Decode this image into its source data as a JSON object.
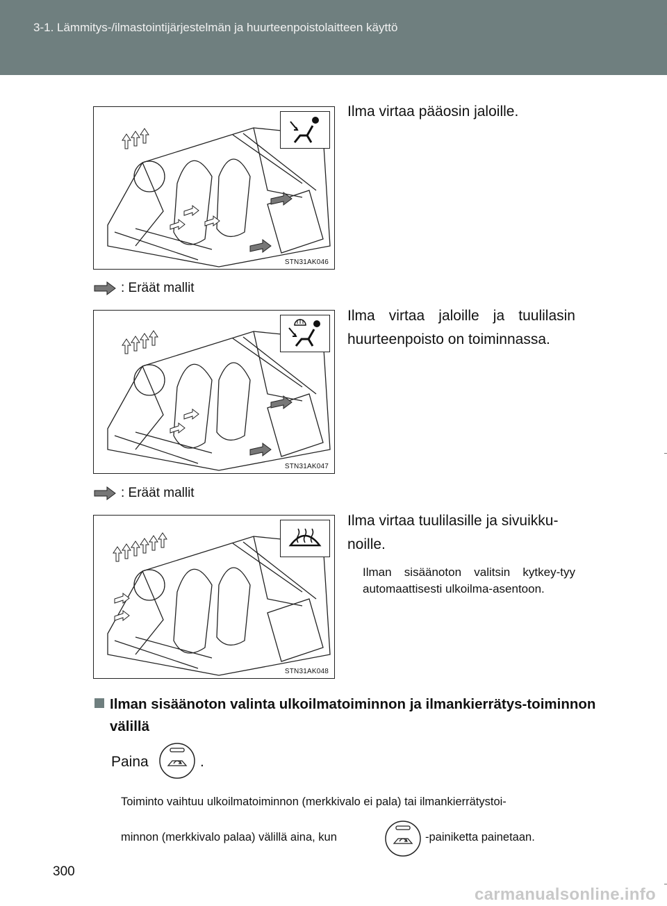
{
  "header": {
    "title": "3-1. Lämmitys-/ilmastointijärjestelmän ja huurteenpoistolaitteen käyttö"
  },
  "figures": [
    {
      "label": "STN31AK046",
      "mode_icon": "feet-mode-icon",
      "text": "Ilma virtaa pääosin jaloille."
    },
    {
      "label": "STN31AK047",
      "mode_icon": "feet-defrost-mode-icon",
      "text": "Ilma virtaa jaloille ja tuulilasin huurteenpoisto on toiminnassa."
    },
    {
      "label": "STN31AK048",
      "mode_icon": "windshield-defrost-icon",
      "text": "Ilma virtaa tuulilasille ja sivuikku-noille.",
      "note": "Ilman sisäänoton valitsin kytkey-tyy automaattisesti ulkoilma-asentoon."
    }
  ],
  "models_note": ": Eräät mallit",
  "section": {
    "heading": "Ilman sisäänoton valinta ulkoilmatoiminnon ja ilmankierrätys-toiminnon välillä",
    "press_before": "Paina",
    "press_after": ".",
    "note_line1": "Toiminto vaihtuu ulkoilmatoiminnon (merkkivalo ei pala) tai ilmankierrätystoi-",
    "note_line2_before": "minnon (merkkivalo palaa) välillä aina, kun",
    "note_line2_after": "-painiketta painetaan."
  },
  "page_number": "300",
  "watermark": "carmanualsonline.info",
  "colors": {
    "header": "#6f7f7f",
    "bullet": "#6f7f7f"
  }
}
